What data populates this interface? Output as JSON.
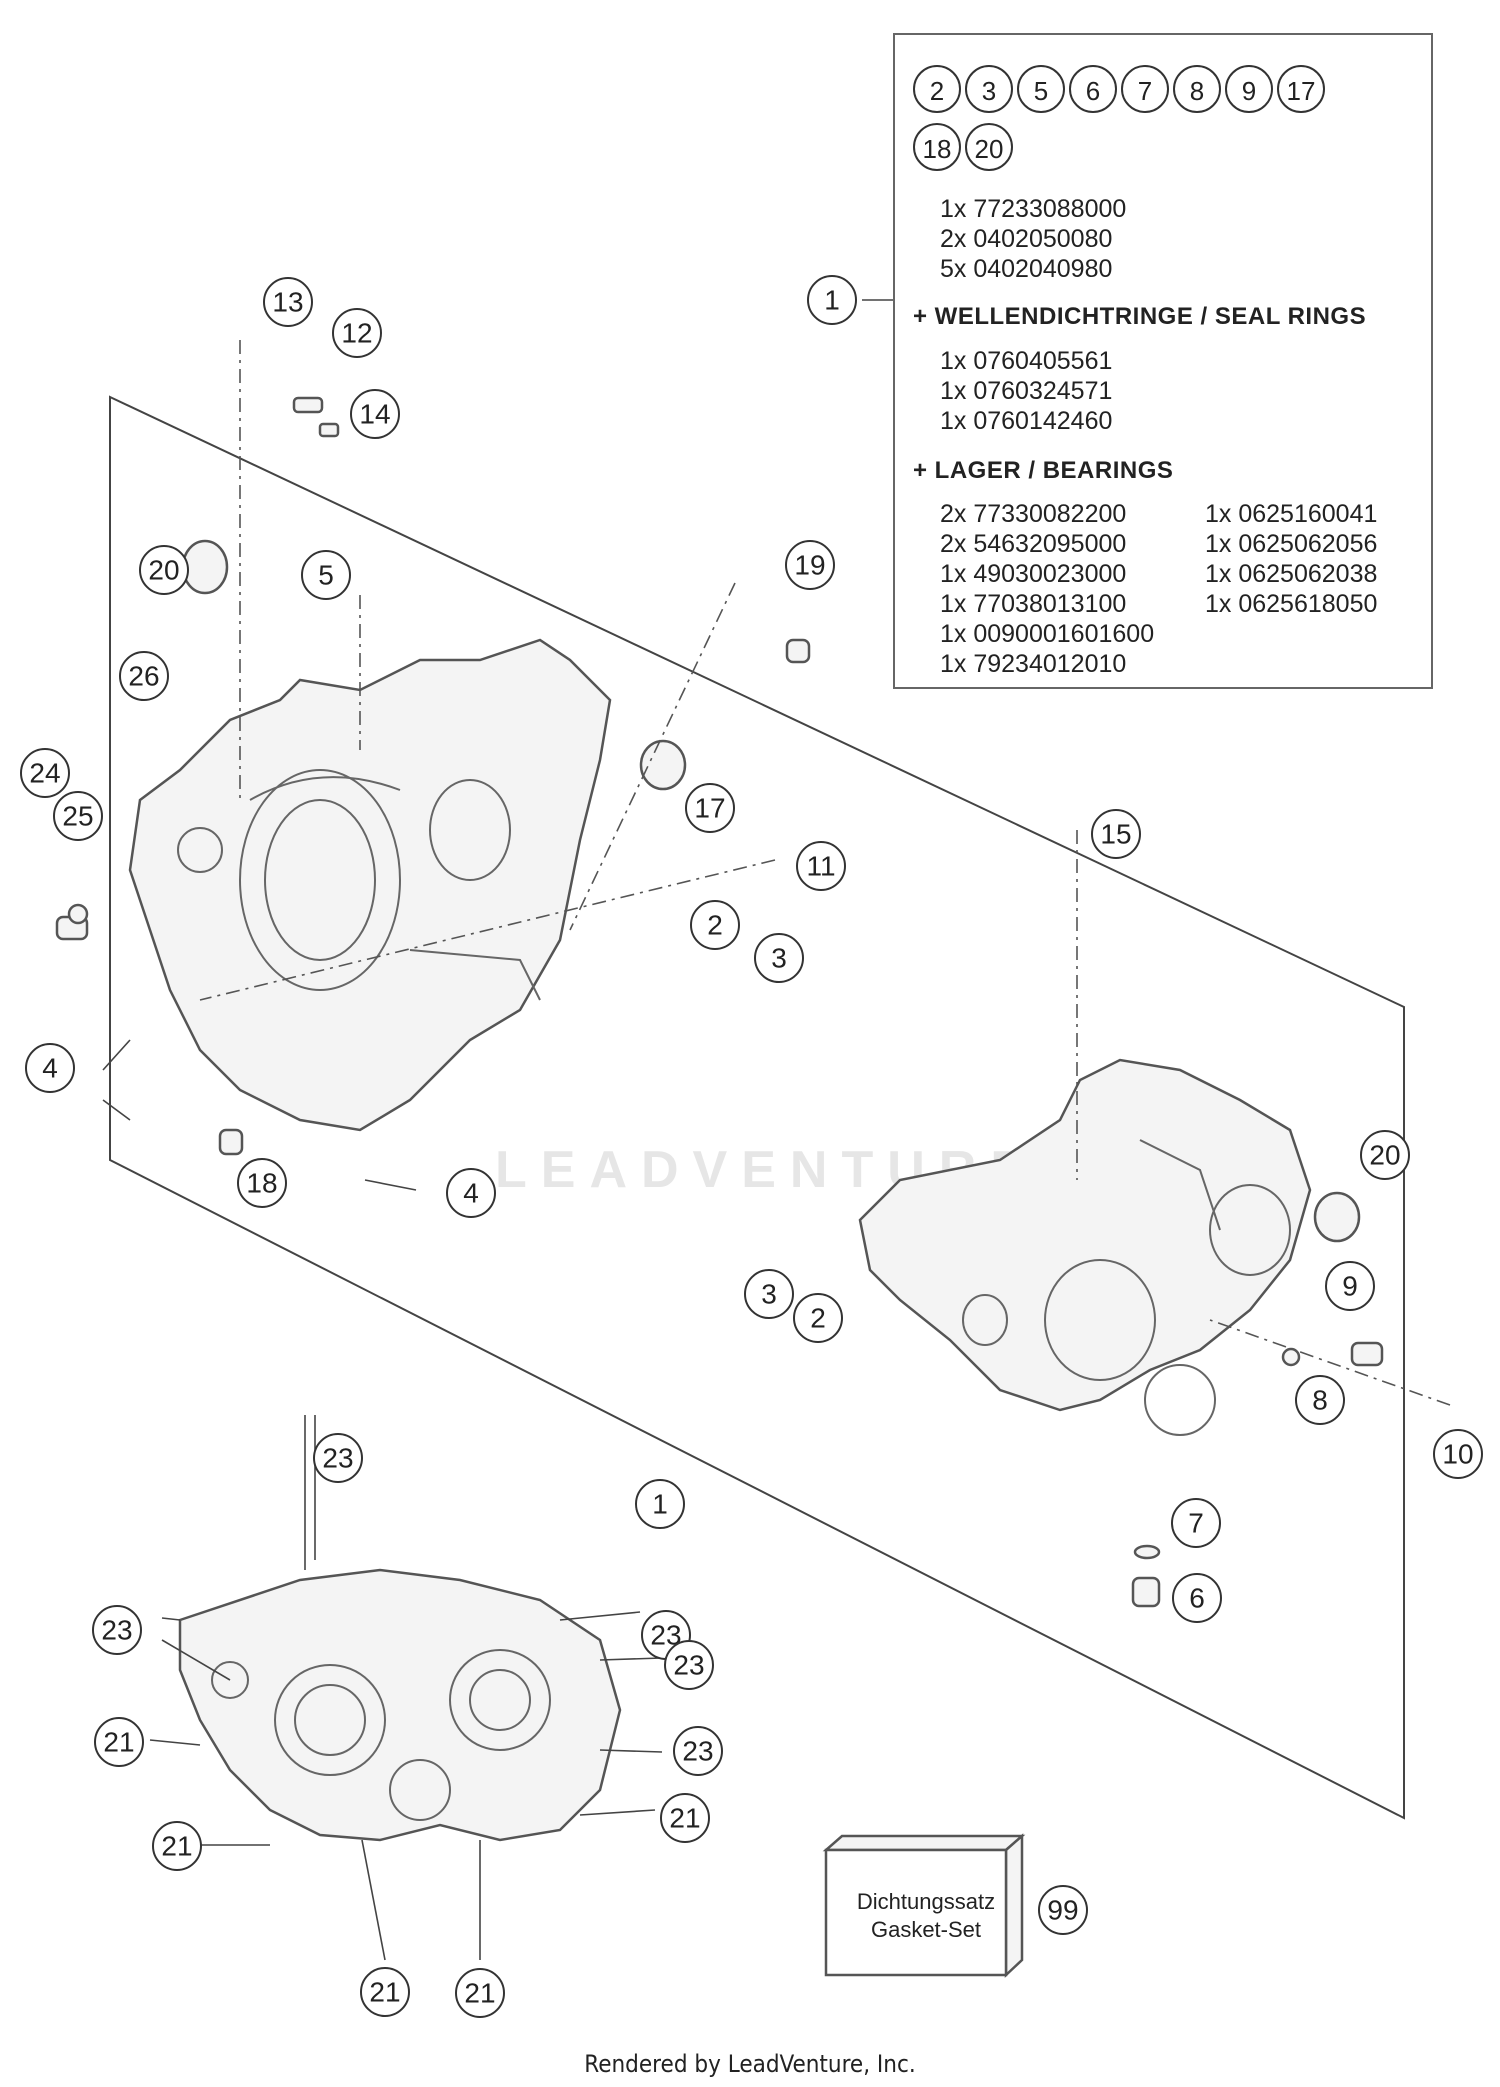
{
  "kit": {
    "callouts": [
      "2",
      "3",
      "5",
      "6",
      "7",
      "8",
      "9",
      "17",
      "18",
      "20"
    ],
    "lines": [
      "1x 77233088000",
      "2x 0402050080",
      "5x 0402040980"
    ],
    "seal_heading": "+ WELLENDICHTRINGE / SEAL RINGS",
    "seal_lines": [
      "1x 0760405561",
      "1x 0760324571",
      "1x 0760142460"
    ],
    "bearing_heading": "+ LAGER / BEARINGS",
    "bearing_col1": [
      "2x 77330082200",
      "2x 54632095000",
      "1x 49030023000",
      "1x 77038013100",
      "1x 0090001601600",
      "1x 79234012010"
    ],
    "bearing_col2": [
      "1x 0625160041",
      "1x 0625062056",
      "1x 0625062038",
      "1x 0625618050"
    ]
  },
  "callouts": {
    "c1_kit": "1",
    "c13": "13",
    "c12": "12",
    "c14": "14",
    "c20a": "20",
    "c5": "5",
    "c19": "19",
    "c26": "26",
    "c24": "24",
    "c25": "25",
    "c17": "17",
    "c11": "11",
    "c15": "15",
    "c2a": "2",
    "c3a": "3",
    "c4a": "4",
    "c4b": "4",
    "c18": "18",
    "c20b": "20",
    "c9": "9",
    "c3b": "3",
    "c2b": "2",
    "c8": "8",
    "c10": "10",
    "c1_main": "1",
    "c7": "7",
    "c6": "6",
    "c23a": "23",
    "c23b": "23",
    "c23c": "23",
    "c23d": "23",
    "c23e": "23",
    "c21a": "21",
    "c21b": "21",
    "c21c": "21",
    "c21d": "21",
    "c21e": "21",
    "c99": "99"
  },
  "gasket": {
    "line1": "Dichtungssatz",
    "line2": "Gasket-Set"
  },
  "watermark": "LEADVENTURE",
  "footer": "Rendered by LeadVenture, Inc."
}
